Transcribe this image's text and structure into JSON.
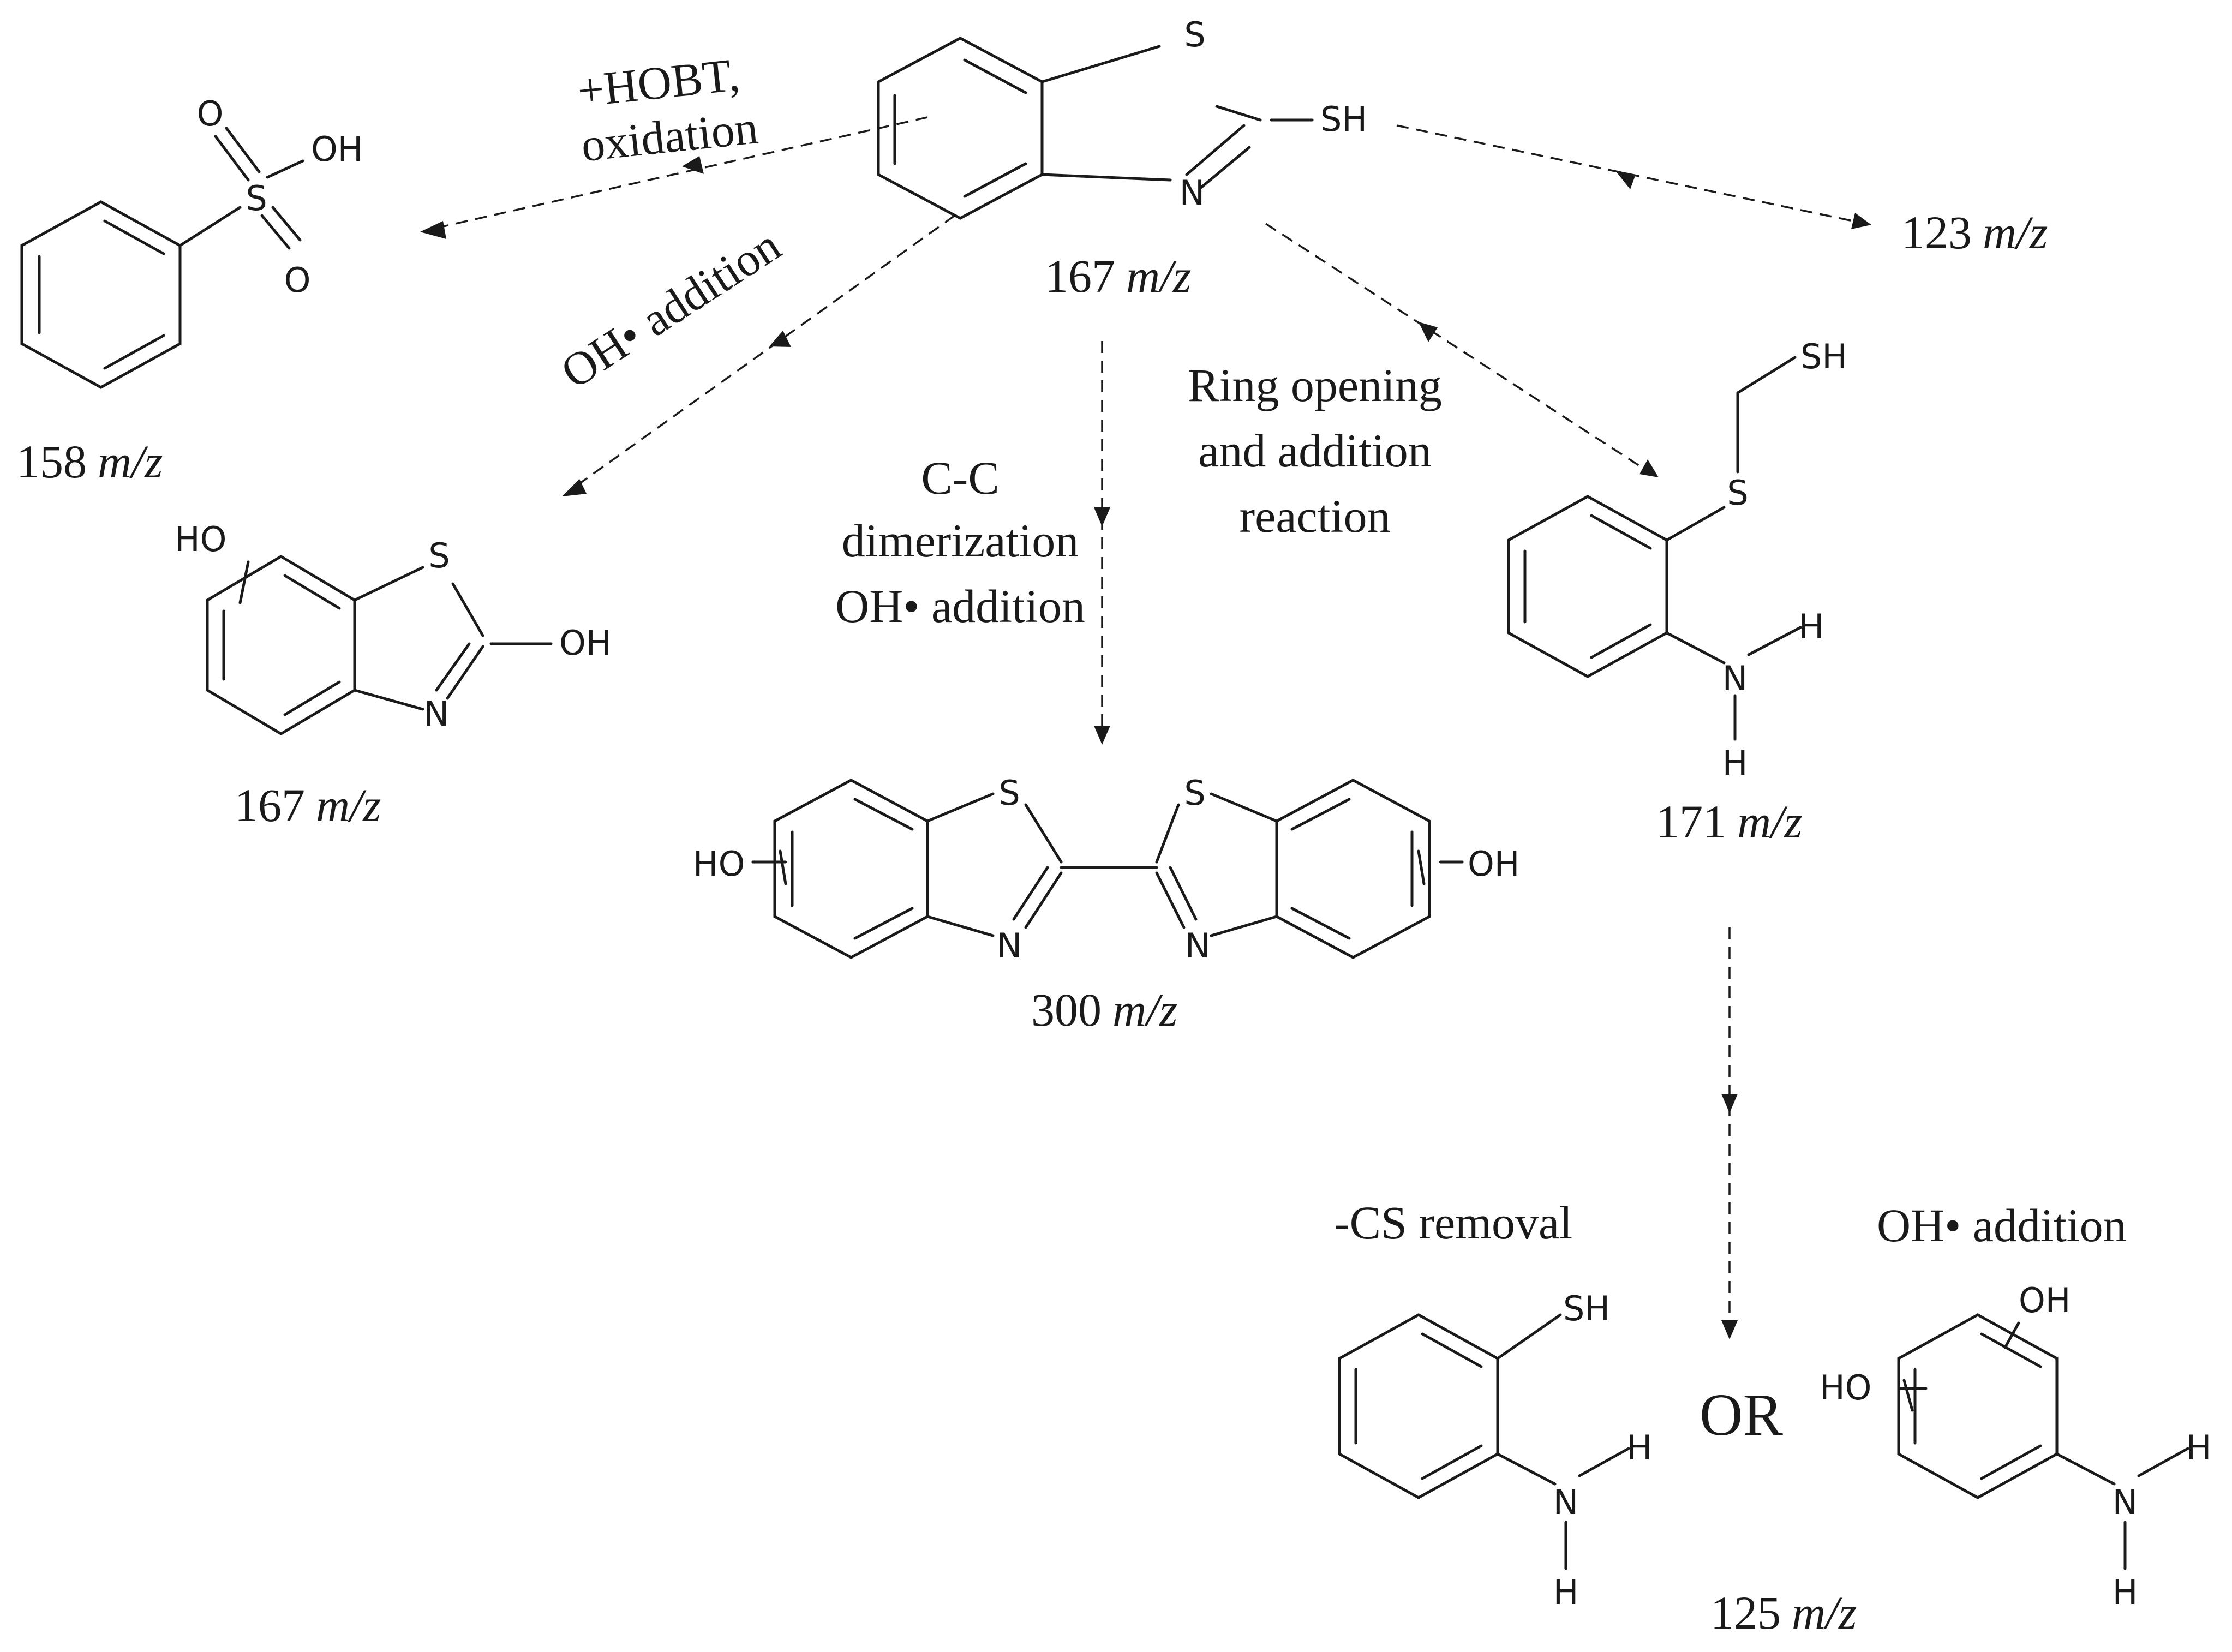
{
  "compounds": {
    "mbt": {
      "mz": "167",
      "unit": "m/z",
      "atoms": {
        "s_ring": "S",
        "n_ring": "N",
        "sh": "SH"
      }
    },
    "benzenesulfonic": {
      "mz": "158",
      "unit": "m/z",
      "atoms": {
        "o1": "O",
        "o2": "O",
        "oh": "OH",
        "s": "S"
      }
    },
    "hydroxy_benzothiazole": {
      "mz": "167",
      "unit": "m/z",
      "atoms": {
        "ho": "HO",
        "s_ring": "S",
        "oh": "OH",
        "n_ring": "N"
      }
    },
    "dimer": {
      "mz": "300",
      "unit": "m/z",
      "atoms": {
        "ho": "HO",
        "oh": "OH",
        "s_left": "S",
        "s_right": "S",
        "n_left": "N",
        "n_right": "N"
      }
    },
    "mercapto_thioaniline": {
      "mz": "171",
      "unit": "m/z",
      "atoms": {
        "sh": "SH",
        "s": "S",
        "n": "N",
        "h_right": "H",
        "h_bottom": "H"
      }
    },
    "aminothiophenol": {
      "atoms": {
        "sh": "SH",
        "n": "N",
        "h_right": "H",
        "h_bottom": "H"
      }
    },
    "aminophenol_diol": {
      "atoms": {
        "oh": "OH",
        "ho": "HO",
        "n": "N",
        "h_right": "H",
        "h_bottom": "H"
      }
    },
    "final_pair": {
      "mz": "125",
      "unit": "m/z"
    }
  },
  "reactions": {
    "hobt_line1": "+HOBT,",
    "hobt_line2": "oxidation",
    "oh_addition_left": "OH• addition",
    "dimerization_line1": "C-C",
    "dimerization_line2": "dimerization",
    "dimerization_line3": "OH• addition",
    "ring_opening_line1": "Ring opening",
    "ring_opening_line2": "and addition",
    "ring_opening_line3": "reaction",
    "cs_removal": "-CS removal",
    "oh_addition_right": "OH• addition",
    "or_label": "OR",
    "mz_123": "123",
    "mz_123_unit": "m/z"
  }
}
